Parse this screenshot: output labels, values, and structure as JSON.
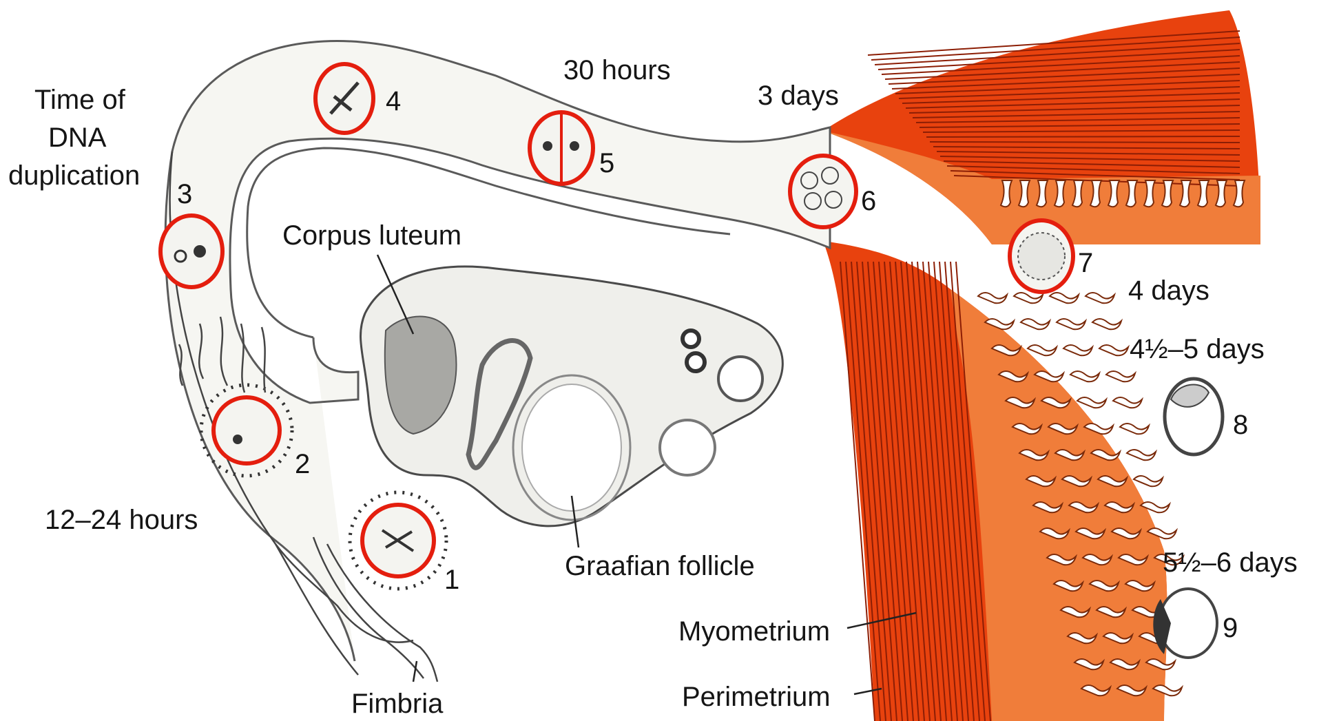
{
  "labels": {
    "time_dna": [
      "Time of",
      "DNA",
      "duplication"
    ],
    "hours_30": "30 hours",
    "days_3": "3 days",
    "hours_12_24": "12–24 hours",
    "days_4": "4 days",
    "days_4_5": "4½–5 days",
    "days_5_6": "5½–6 days",
    "corpus_luteum": "Corpus luteum",
    "graafian_follicle": "Graafian follicle",
    "myometrium": "Myometrium",
    "perimetrium": "Perimetrium",
    "fimbria": "Fimbria"
  },
  "stages": [
    "1",
    "2",
    "3",
    "4",
    "5",
    "6",
    "7",
    "8",
    "9"
  ],
  "colors": {
    "stage_outline": "#e41e0e",
    "uterus_muscle": "#e8420e",
    "endometrium": "#f07d3a"
  }
}
